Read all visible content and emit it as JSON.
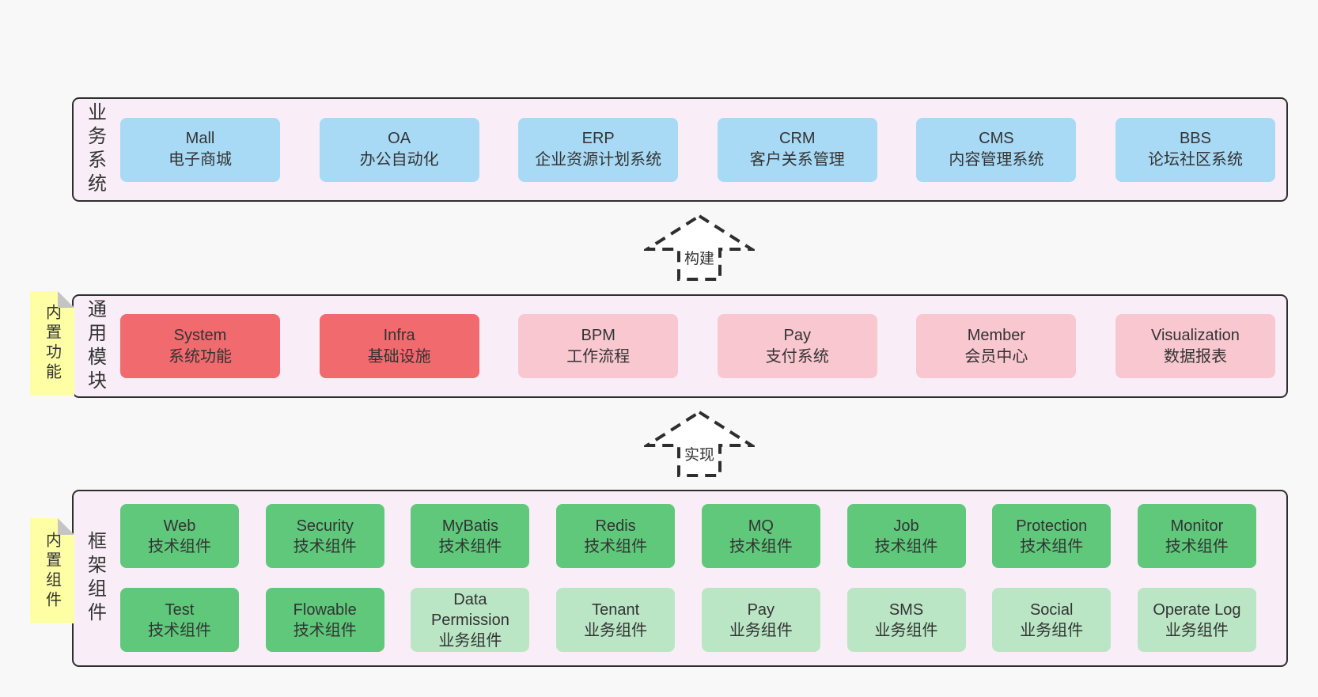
{
  "canvas": {
    "background": "#f8f8f8",
    "container_fill": "#f9eef7",
    "border_color": "#2e2e2e"
  },
  "colors": {
    "blue": "#a8daf5",
    "red": "#f16a6e",
    "pink": "#f9c7d0",
    "green": "#5fc87b",
    "lightgreen": "#bbe6c5",
    "sticky_yellow": "#feffa5",
    "sticky_fold_gray": "#c4c4c4",
    "text": "#333333"
  },
  "layers": [
    {
      "id": "business",
      "label": "业务系统",
      "items": [
        {
          "name": "Mall",
          "desc": "电子商城",
          "variant": "blue"
        },
        {
          "name": "OA",
          "desc": "办公自动化",
          "variant": "blue"
        },
        {
          "name": "ERP",
          "desc": "企业资源计划系统",
          "variant": "blue"
        },
        {
          "name": "CRM",
          "desc": "客户关系管理",
          "variant": "blue"
        },
        {
          "name": "CMS",
          "desc": "内容管理系统",
          "variant": "blue"
        },
        {
          "name": "BBS",
          "desc": "论坛社区系统",
          "variant": "blue"
        }
      ]
    },
    {
      "id": "modules",
      "label": "通用模块",
      "sticky": "内置功能",
      "items": [
        {
          "name": "System",
          "desc": "系统功能",
          "variant": "red"
        },
        {
          "name": "Infra",
          "desc": "基础设施",
          "variant": "red"
        },
        {
          "name": "BPM",
          "desc": "工作流程",
          "variant": "pink"
        },
        {
          "name": "Pay",
          "desc": "支付系统",
          "variant": "pink"
        },
        {
          "name": "Member",
          "desc": "会员中心",
          "variant": "pink"
        },
        {
          "name": "Visualization",
          "desc": "数据报表",
          "variant": "pink"
        }
      ]
    },
    {
      "id": "components",
      "label": "框架组件",
      "sticky": "内置组件",
      "rows": [
        [
          {
            "name": "Web",
            "desc": "技术组件",
            "variant": "green"
          },
          {
            "name": "Security",
            "desc": "技术组件",
            "variant": "green"
          },
          {
            "name": "MyBatis",
            "desc": "技术组件",
            "variant": "green"
          },
          {
            "name": "Redis",
            "desc": "技术组件",
            "variant": "green"
          },
          {
            "name": "MQ",
            "desc": "技术组件",
            "variant": "green"
          },
          {
            "name": "Job",
            "desc": "技术组件",
            "variant": "green"
          },
          {
            "name": "Protection",
            "desc": "技术组件",
            "variant": "green"
          },
          {
            "name": "Monitor",
            "desc": "技术组件",
            "variant": "green"
          }
        ],
        [
          {
            "name": "Test",
            "desc": "技术组件",
            "variant": "green"
          },
          {
            "name": "Flowable",
            "desc": "技术组件",
            "variant": "green"
          },
          {
            "name": "Data Permission",
            "desc": "业务组件",
            "variant": "lightgreen"
          },
          {
            "name": "Tenant",
            "desc": "业务组件",
            "variant": "lightgreen"
          },
          {
            "name": "Pay",
            "desc": "业务组件",
            "variant": "lightgreen"
          },
          {
            "name": "SMS",
            "desc": "业务组件",
            "variant": "lightgreen"
          },
          {
            "name": "Social",
            "desc": "业务组件",
            "variant": "lightgreen"
          },
          {
            "name": "Operate Log",
            "desc": "业务组件",
            "variant": "lightgreen"
          }
        ]
      ]
    }
  ],
  "arrows": [
    {
      "label": "构建"
    },
    {
      "label": "实现"
    }
  ]
}
